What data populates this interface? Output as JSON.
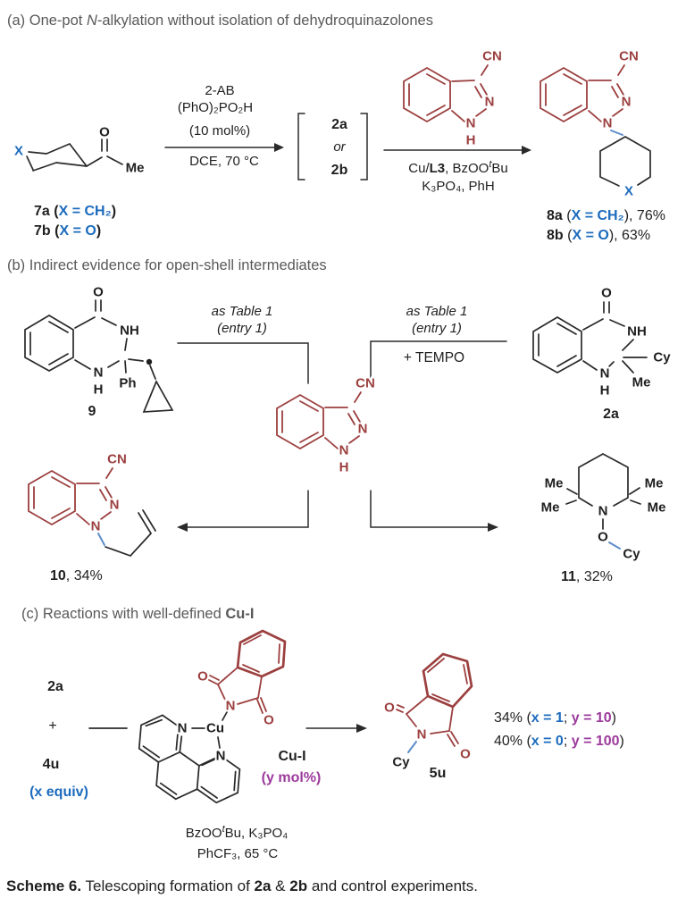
{
  "colors": {
    "structure_red": "#9c3f3f",
    "label_blue": "#1c6bbd",
    "new_bond_blue": "#5d8cc9",
    "purple": "#9c3a9c",
    "text_black": "#1f1f1f",
    "header_gray": "#595959"
  },
  "misc": {
    "paren_open": " (",
    "paren_close": ")"
  },
  "headers": {
    "a_pre": "(a) One-pot ",
    "a_it": "N",
    "a_post": "-alkylation without isolation of dehydroquinazolones",
    "b": "(b) Indirect evidence for open-shell intermediates",
    "c_pre": "(c) Reactions with well-defined ",
    "c_bold": "Cu-I"
  },
  "atoms": {
    "cn": "CN",
    "n": "N",
    "h": "H",
    "nh": "NH",
    "o": "O",
    "me": "Me",
    "cy": "Cy",
    "ph": "Ph",
    "x": "X",
    "cu": "Cu"
  },
  "section_a": {
    "reagent_line1": "2-AB",
    "reagent_line2": "(PhO)₂PO₂H",
    "reagent_line3": "(10 mol%)",
    "solvent": "DCE, 70 °C",
    "bracket": {
      "top": "2a",
      "mid": "or",
      "bottom": "2b"
    },
    "cond2": {
      "pre": "Cu/",
      "ligand": "L3",
      "mid": ", BzOO",
      "sup": "t",
      "post": "Bu"
    },
    "cond2_line2": "K₃PO₄, PhH",
    "compounds": [
      {
        "id": "7a",
        "x": "X = CH₂",
        "suffix": ""
      },
      {
        "id": "7b",
        "x": "X = O",
        "suffix": ""
      },
      {
        "id": "8a",
        "x": "X = CH₂",
        "suffix": ", 76%"
      },
      {
        "id": "8b",
        "x": "X = O",
        "suffix": ", 63%"
      }
    ]
  },
  "section_b": {
    "arrow_label1": "as Table 1",
    "arrow_label2": "(entry 1)",
    "tempo": "+ TEMPO",
    "labels": {
      "c9": "9",
      "c2a": "2a",
      "c10": "10",
      "c10_suffix": ", 34%",
      "c11": "11",
      "c11_suffix": ", 32%"
    }
  },
  "section_c": {
    "reagent1": "2a",
    "plus": "+",
    "reagent2": "4u",
    "equiv": "(x equiv)",
    "catalyst": "Cu-I",
    "loading": "(y mol%)",
    "cond1": {
      "pre": "BzOO",
      "sup": "t",
      "post": "Bu, K₃PO₄"
    },
    "cond2": "PhCF₃, 65 °C",
    "product_label": "5u",
    "yields": [
      {
        "pct": "34% (",
        "x": "x = 1",
        "sep": "; ",
        "y": "y = 10",
        "close": ")"
      },
      {
        "pct": "40% (",
        "x": "x = 0",
        "sep": "; ",
        "y": "y = 100",
        "close": ")"
      }
    ]
  },
  "caption": {
    "bold1": "Scheme 6.",
    "mid1": " Telescoping formation of ",
    "bold2": "2a",
    "mid2": " & ",
    "bold3": "2b",
    "end": " and control experiments."
  }
}
